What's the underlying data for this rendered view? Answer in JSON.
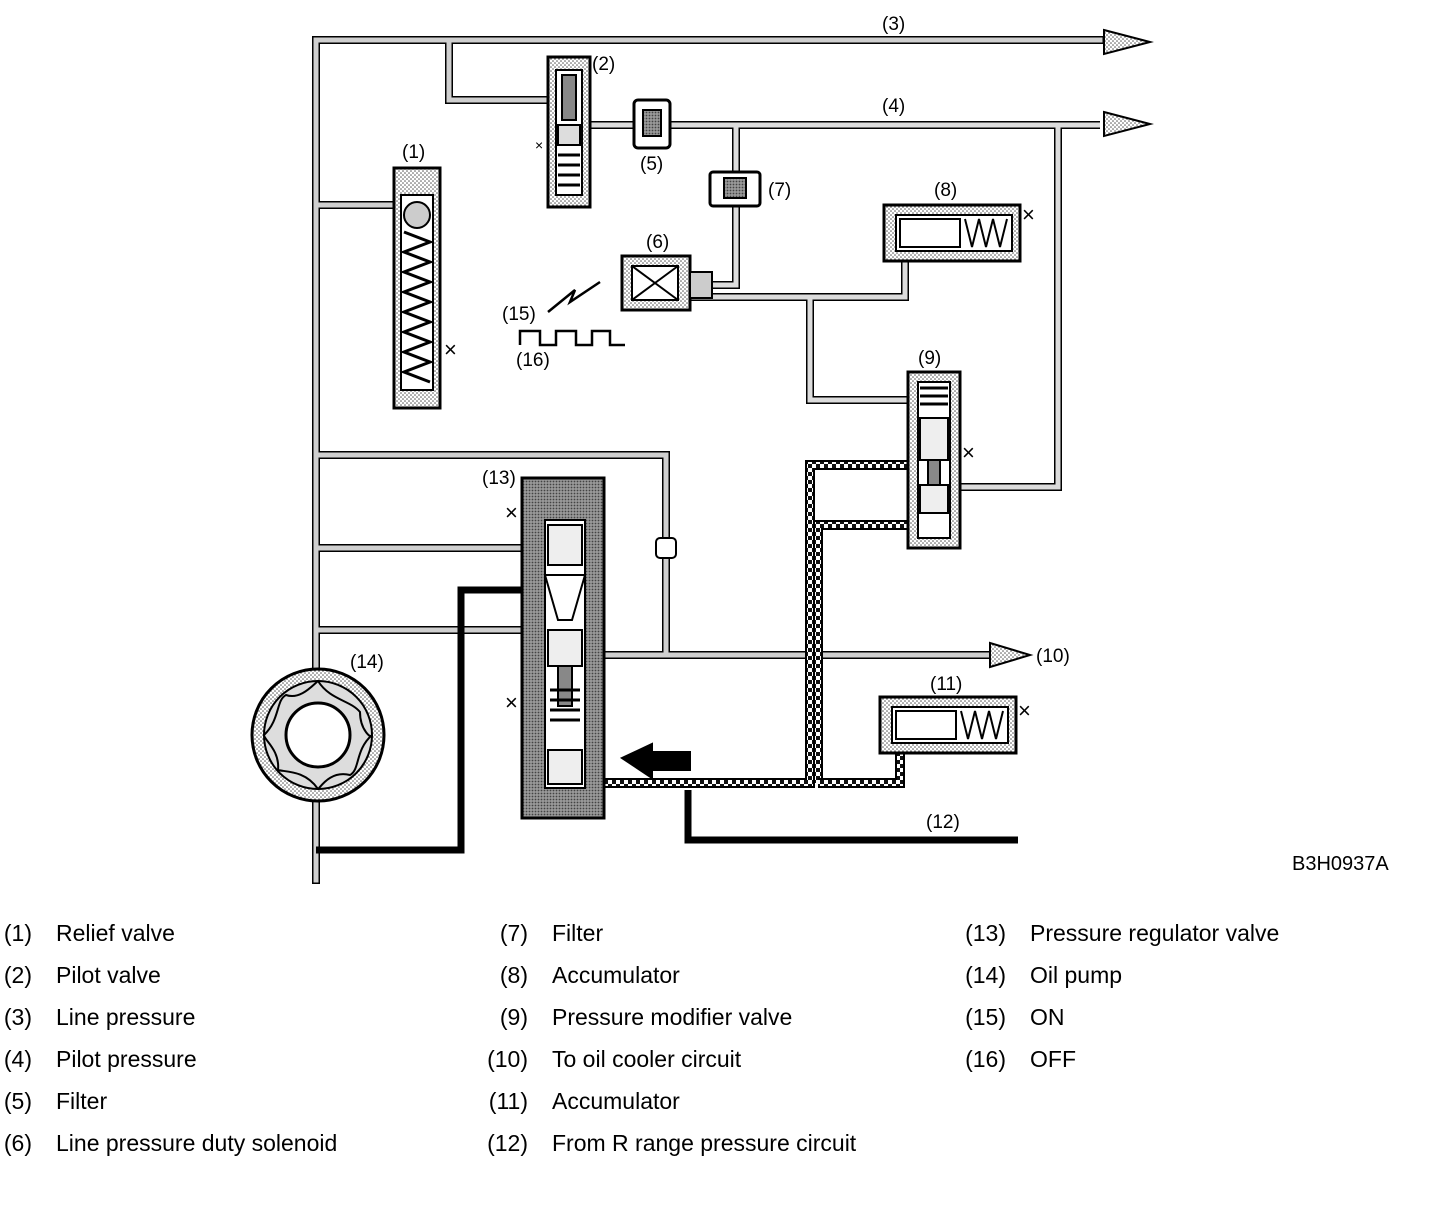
{
  "diagram": {
    "code": "B3H0937A",
    "callouts": {
      "c1": "(1)",
      "c2": "(2)",
      "c3": "(3)",
      "c4": "(4)",
      "c5": "(5)",
      "c6": "(6)",
      "c7": "(7)",
      "c8": "(8)",
      "c9": "(9)",
      "c10": "(10)",
      "c11": "(11)",
      "c12": "(12)",
      "c13": "(13)",
      "c14": "(14)",
      "c15": "(15)",
      "c16": "(16)"
    },
    "drain_mark": "×"
  },
  "legend": [
    [
      {
        "num": "(1)",
        "label": "Relief valve"
      },
      {
        "num": "(2)",
        "label": "Pilot valve"
      },
      {
        "num": "(3)",
        "label": "Line pressure"
      },
      {
        "num": "(4)",
        "label": "Pilot pressure"
      },
      {
        "num": "(5)",
        "label": "Filter"
      },
      {
        "num": "(6)",
        "label": "Line pressure duty solenoid"
      }
    ],
    [
      {
        "num": "(7)",
        "label": "Filter"
      },
      {
        "num": "(8)",
        "label": "Accumulator"
      },
      {
        "num": "(9)",
        "label": "Pressure modifier valve"
      },
      {
        "num": "(10)",
        "label": "To oil cooler circuit"
      },
      {
        "num": "(11)",
        "label": "Accumulator"
      },
      {
        "num": "(12)",
        "label": "From R range pressure circuit"
      }
    ],
    [
      {
        "num": "(13)",
        "label": "Pressure regulator valve"
      },
      {
        "num": "(14)",
        "label": "Oil pump"
      },
      {
        "num": "(15)",
        "label": "ON"
      },
      {
        "num": "(16)",
        "label": "OFF"
      }
    ]
  ]
}
